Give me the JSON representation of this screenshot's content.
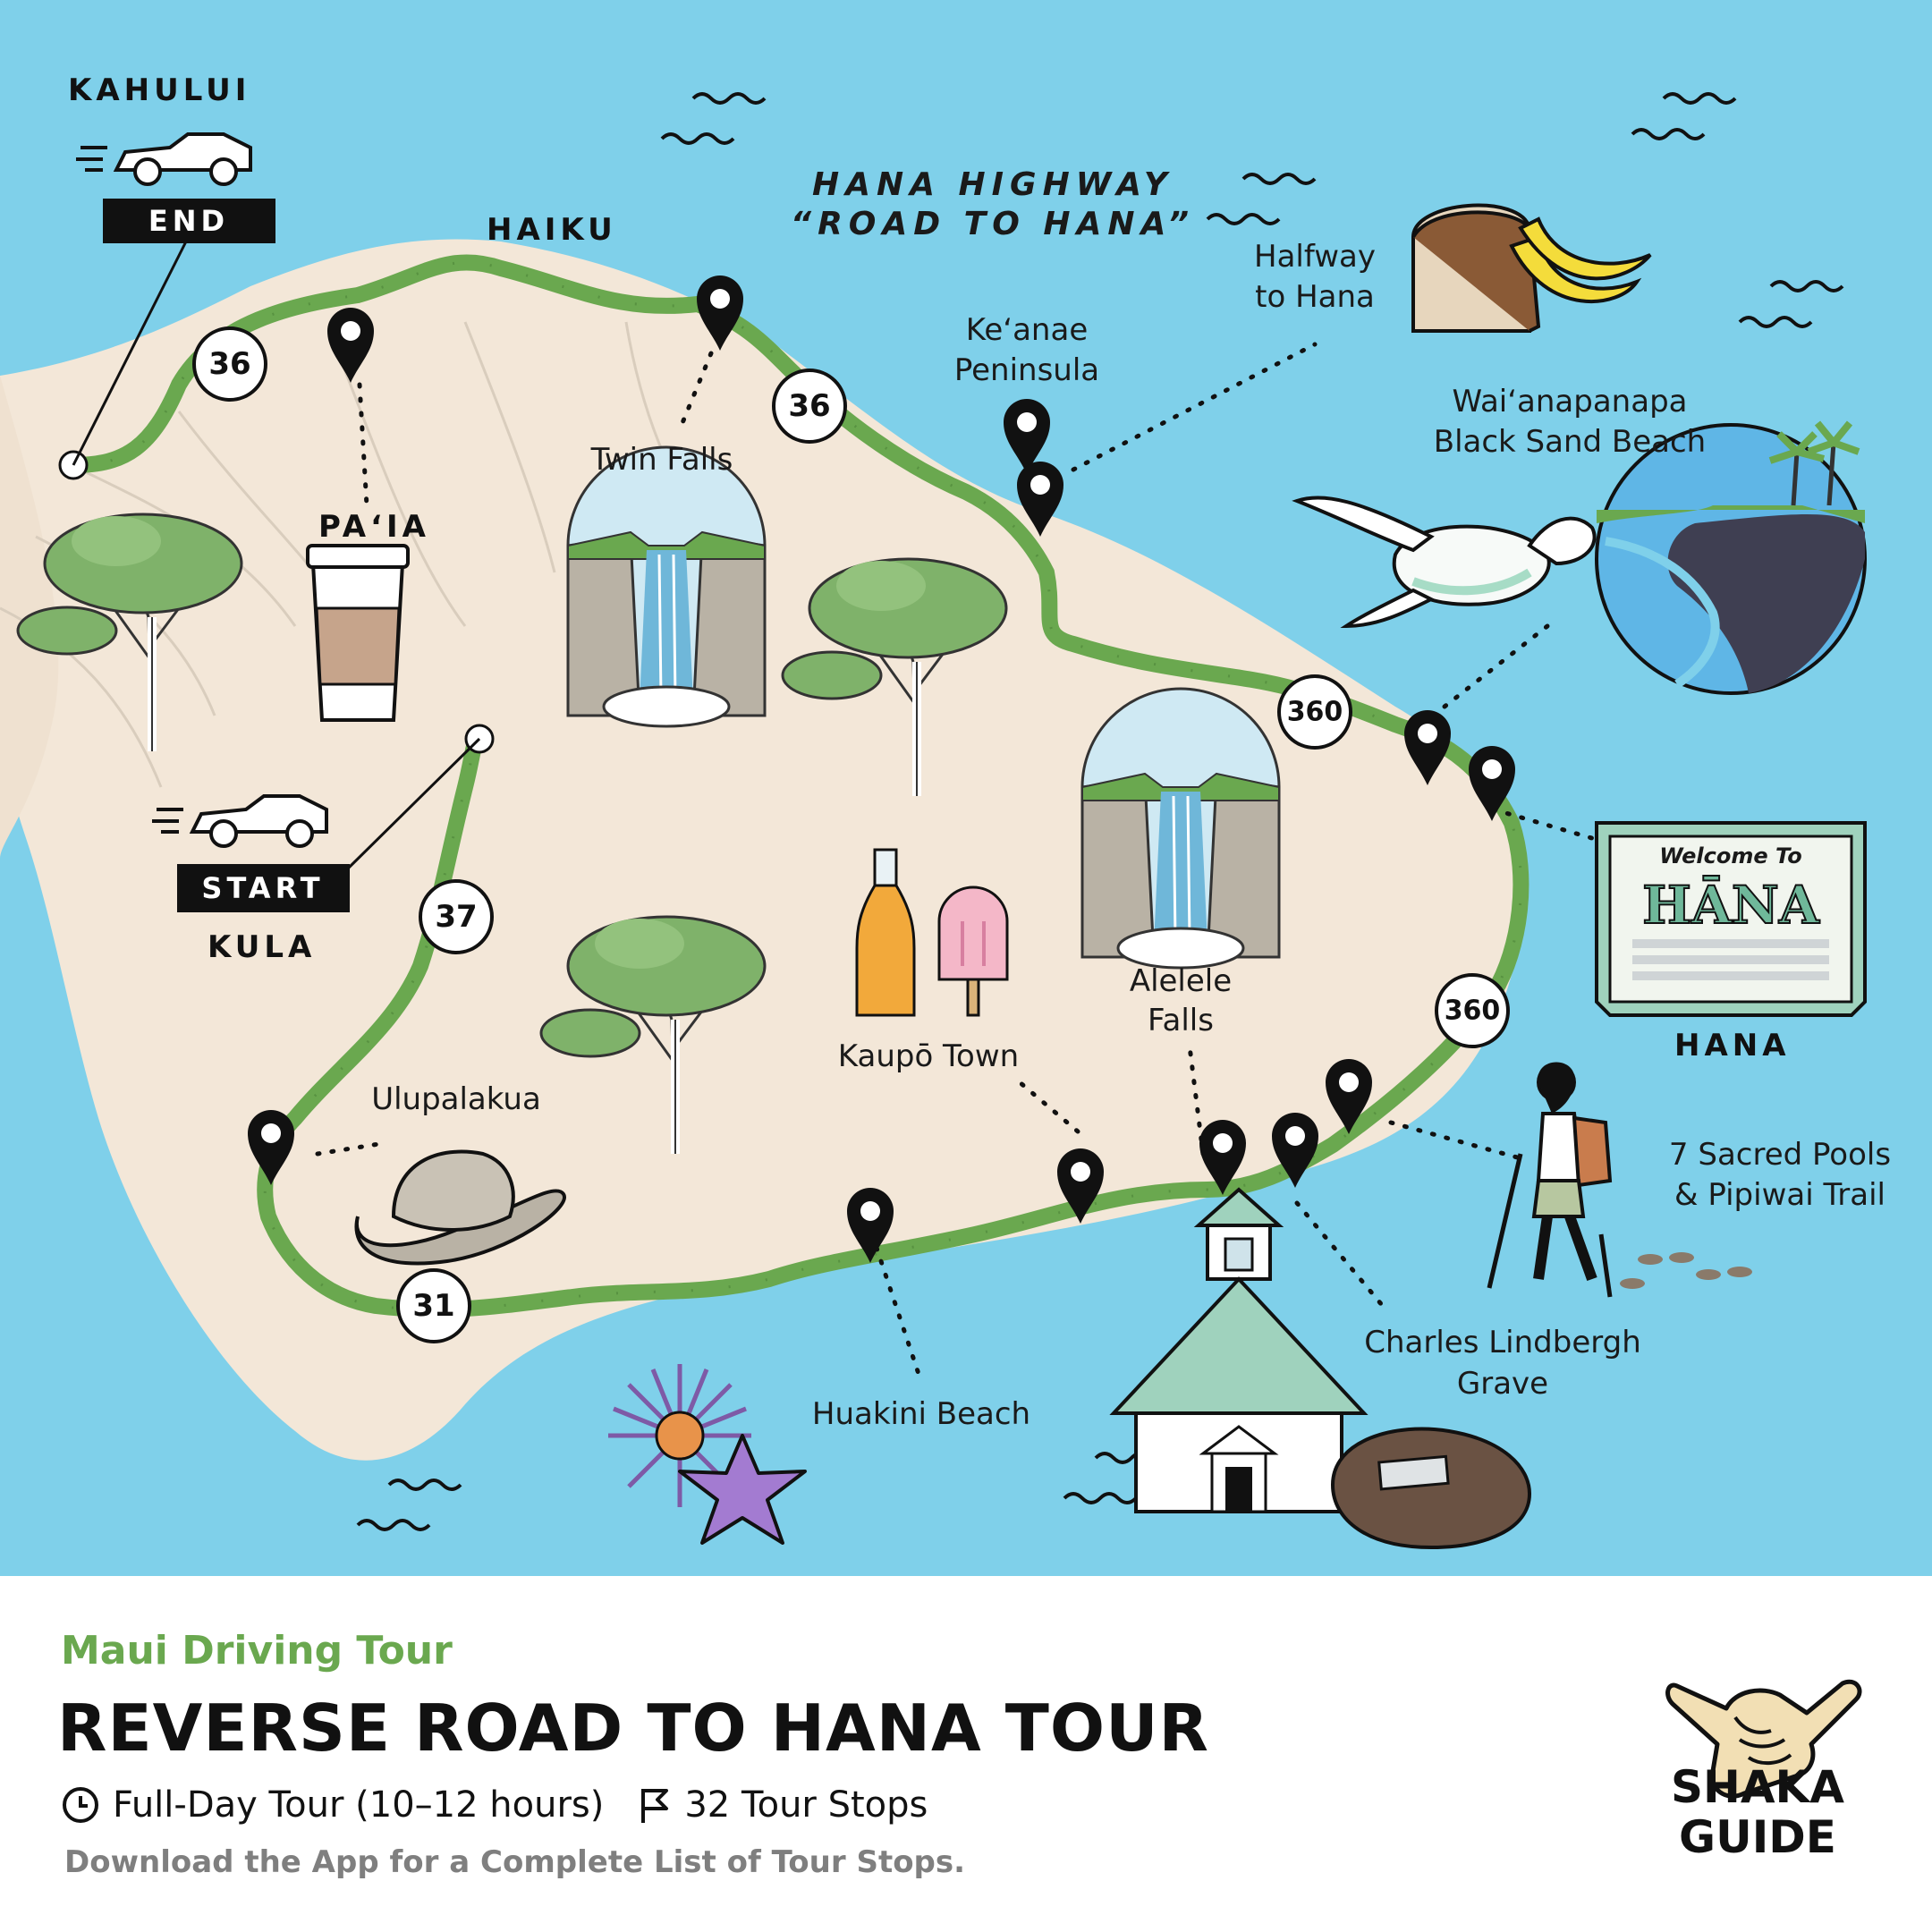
{
  "map": {
    "title_line1": "HANA HIGHWAY",
    "title_line2": "“ROAD TO HANA”",
    "places": {
      "kahului": "KAHULUI",
      "haiku": "HAIKU",
      "paia": "PA‘IA",
      "kula": "KULA",
      "hana": "HANA"
    },
    "badges": {
      "end": "END",
      "start": "START"
    },
    "routes": [
      "36",
      "36",
      "37",
      "31",
      "360",
      "360"
    ],
    "stops": {
      "twin_falls": "Twin Falls",
      "keanae_1": "Ke‘anae",
      "keanae_2": "Peninsula",
      "halfway_1": "Halfway",
      "halfway_2": "to Hana",
      "waianapanapa_1": "Wai‘anapanapa",
      "waianapanapa_2": "Black Sand Beach",
      "alelele_1": "Alelele",
      "alelele_2": "Falls",
      "kaupo": "Kaupō Town",
      "ulupalakua": "Ulupalakua",
      "huakini": "Huakini Beach",
      "lindbergh_1": "Charles Lindbergh",
      "lindbergh_2": "Grave",
      "pools_1": "7 Sacred Pools",
      "pools_2": "& Pipiwai Trail"
    },
    "sign": {
      "welcome": "Welcome To",
      "name": "HĀNA"
    },
    "colors": {
      "ocean": "#7fd0ea",
      "land": "#f3e7d8",
      "route": "#6aa84f",
      "text": "#111111"
    }
  },
  "footer": {
    "subtitle": "Maui Driving Tour",
    "title": "REVERSE ROAD TO HANA TOUR",
    "duration": "Full-Day Tour (10–12 hours)",
    "stops_count": "32 Tour Stops",
    "note": "Download the App for a Complete List of Tour Stops.",
    "icons": [
      "clock-icon",
      "flag-icon",
      "shaka-hand-icon"
    ],
    "brand_line1": "SHAKA",
    "brand_line2": "GUIDE"
  }
}
